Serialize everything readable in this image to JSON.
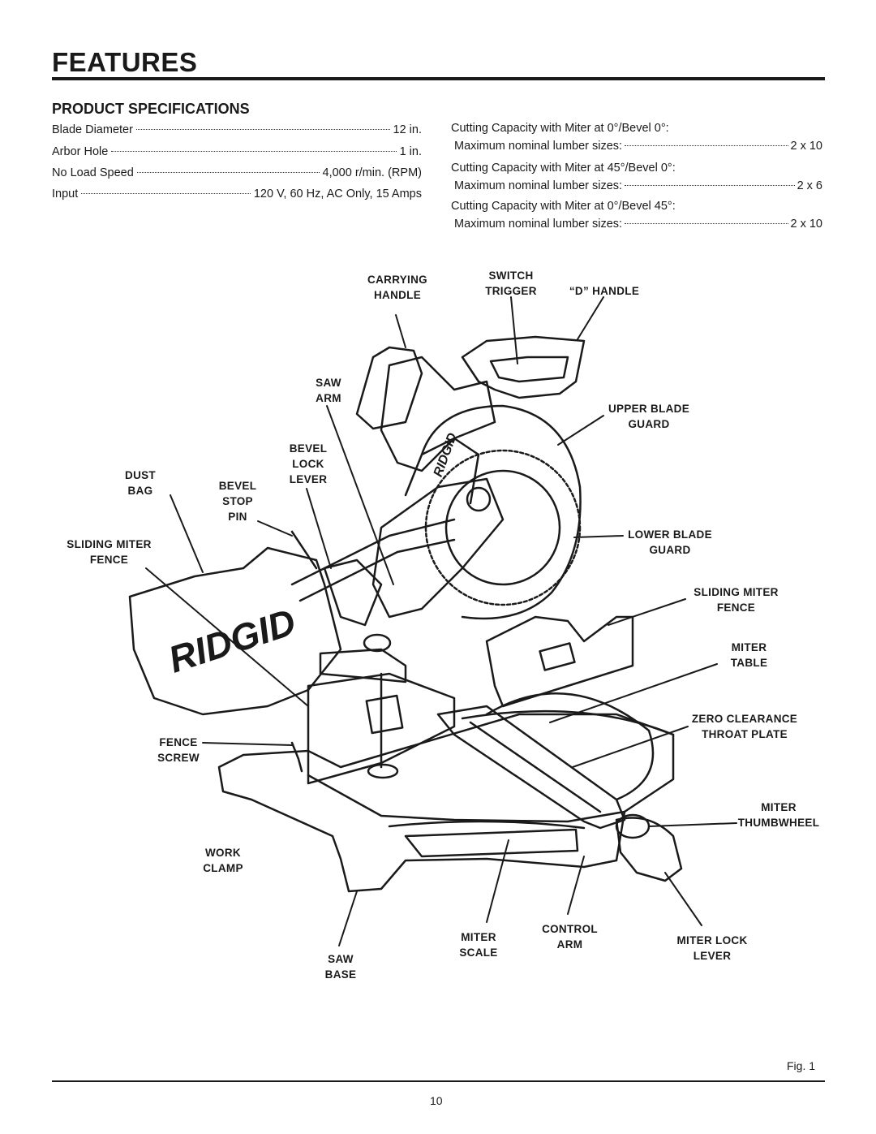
{
  "header": {
    "title": "FEATURES"
  },
  "specs": {
    "heading": "PRODUCT SPECIFICATIONS",
    "rows": [
      {
        "label": "Blade Diameter",
        "value": "12 in."
      },
      {
        "label": "Arbor Hole",
        "value": "1 in."
      },
      {
        "label": "No Load Speed",
        "value": "4,000 r/min. (RPM)"
      },
      {
        "label": "Input",
        "value": "120 V, 60 Hz, AC Only, 15 Amps"
      }
    ]
  },
  "capacity": [
    {
      "heading": "Cutting Capacity with Miter at 0°/Bevel 0°:",
      "label": "Maximum nominal lumber sizes:",
      "value": "2 x 10"
    },
    {
      "heading": "Cutting Capacity with Miter at 45°/Bevel 0°:",
      "label": "Maximum nominal lumber sizes:",
      "value": "2 x 6"
    },
    {
      "heading": "Cutting Capacity with Miter at 0°/Bevel 45°:",
      "label": "Maximum nominal lumber sizes:",
      "value": "2 x 10"
    }
  ],
  "labels": {
    "carrying_handle": "CARRYING\nHANDLE",
    "switch_trigger": "SWITCH\nTRIGGER",
    "d_handle": "“D” HANDLE",
    "saw_arm": "SAW\nARM",
    "upper_blade_guard": "UPPER BLADE\nGUARD",
    "bevel_lock_lever": "BEVEL\nLOCK\nLEVER",
    "dust_bag": "DUST\nBAG",
    "bevel_stop_pin": "BEVEL\nSTOP\nPIN",
    "sliding_miter_fence_left": "SLIDING MITER\nFENCE",
    "lower_blade_guard": "LOWER BLADE\nGUARD",
    "sliding_miter_fence_right": "SLIDING MITER\nFENCE",
    "miter_table": "MITER\nTABLE",
    "zero_clearance": "ZERO CLEARANCE\nTHROAT PLATE",
    "fence_screw": "FENCE\nSCREW",
    "miter_thumbwheel": "MITER\nTHUMBWHEEL",
    "work_clamp": "WORK\nCLAMP",
    "miter_scale": "MITER\nSCALE",
    "control_arm": "CONTROL\nARM",
    "miter_lock_lever": "MITER LOCK\nLEVER",
    "saw_base": "SAW\nBASE"
  },
  "brand_bag": "RIDGID",
  "brand_blade": "RIDGID",
  "figure": {
    "label": "Fig. 1"
  },
  "footer": {
    "page_number": "10"
  }
}
